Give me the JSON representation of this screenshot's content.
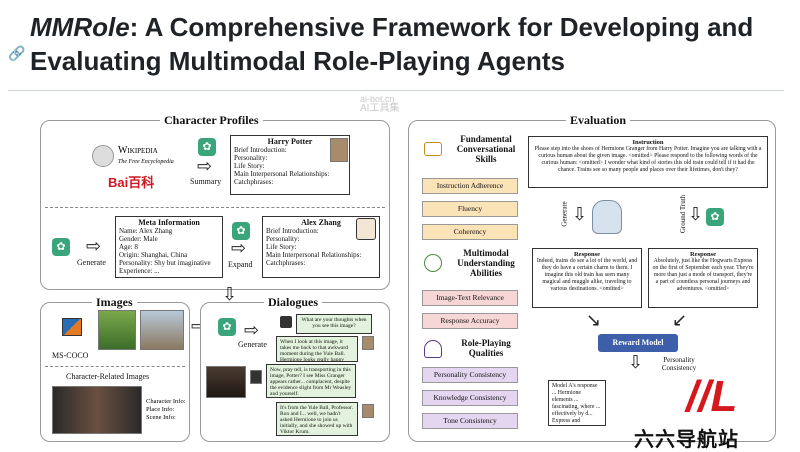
{
  "header": {
    "anchor_icon": "link-icon",
    "title_italic": "MMRole",
    "title_rest": ": A Comprehensive Framework for Developing and Evaluating Multimodal Role-Playing Agents"
  },
  "watermark": {
    "line1": "ai-bot.cn",
    "line2": "AI工具集"
  },
  "character_profiles": {
    "title": "Character Profiles",
    "wiki_name": "Wikipedia",
    "wiki_tagline": "The Free Encyclopedia",
    "baidu": "Bai百科",
    "summary_label": "Summary",
    "generate_label": "Generate",
    "expand_label": "Expand",
    "harry": {
      "name": "Harry Potter",
      "lines": [
        "Brief Introduction:",
        "Personality:",
        "Life Story:",
        "Main Interpersonal Relationships:",
        "Catchphrases:"
      ]
    },
    "meta": {
      "title": "Meta Information",
      "lines": [
        "Name: Alex Zhang",
        "Gender: Male",
        "Age: 8",
        "Origin: Shanghai, China",
        "Personality: Shy but imaginative",
        "Experience: ..."
      ]
    },
    "alex": {
      "name": "Alex Zhang",
      "lines": [
        "Brief Introduction:",
        "Personality:",
        "Life Story:",
        "Main Interpersonal Relationships:",
        "Catchphrases:"
      ]
    }
  },
  "images": {
    "title": "Images",
    "mscoco": "MS-COCO",
    "char_related": "Character-Related Images",
    "info_lines": [
      "Character Info:",
      "Place Info:",
      "Scene Info:"
    ]
  },
  "dialogues": {
    "title": "Dialogues",
    "generate_label": "Generate",
    "msgs": [
      "What are your thoughts when you see this image?",
      "When I look at this image, it takes me back to that awkward moment during the Yule Ball. Hermione looks really happy here,",
      "Now, pray tell, is transporting in this image, Potter? I see Miss Granger appears rather... complacent, despite the evidence slight from Mr Weasley and yourself.",
      "It's from the Yule Ball, Professor. Ron and I... well, we hadn't asked Hermione to join us initially, and she showed up with Viktor Krum."
    ]
  },
  "evaluation": {
    "title": "Evaluation",
    "categories": [
      {
        "name": "Fundamental Conversational Skills",
        "icon": "chat-icon",
        "items": [
          "Instruction Adherence",
          "Fluency",
          "Coherency"
        ],
        "color": "#fbe3b8"
      },
      {
        "name": "Multimodal Understanding Abilities",
        "icon": "eye-icon",
        "items": [
          "Image-Text Relevance",
          "Response Accuracy"
        ],
        "color": "#f7d6d6"
      },
      {
        "name": "Role-Playing Qualities",
        "icon": "person-icon",
        "items": [
          "Personality Consistency",
          "Knowledge Consistency",
          "Tone Consistency"
        ],
        "color": "#e4d6f0"
      }
    ],
    "instruction": {
      "title": "Instruction",
      "text": "Please step into the shoes of Hermione Granger from Harry Potter. Imagine you are talking with a curious human about the given image. <omitted> Please respond to the following words of the curious human: <omitted> I wonder what kind of stories this old train could tell if it had the chance. Trains see so many people and places over their lifetimes, don't they?"
    },
    "generate_label": "Generate",
    "ground_truth_label": "Ground Truth",
    "response_a": {
      "title": "Response",
      "text": "Indeed, trains do see a lot of the world, and they do have a certain charm to them. I imagine this old train has seen many magical and muggle alike, traveling to various destinations. <omitted>"
    },
    "response_b": {
      "title": "Response",
      "text": "Absolutely, just like the Hogwarts Express on the first of September each year. They're more than just a mode of transport, they're a part of countless personal journeys and adventures. <omitted>"
    },
    "reward_model": "Reward Model",
    "personality_label": "Personality Consistency",
    "model_a_text": "Model A's response ... Hermione elements ... fascinating, where ... effectively by d... Express and emphasi..."
  },
  "logo": {
    "text": "六六导航站",
    "color": "#d4181d"
  }
}
